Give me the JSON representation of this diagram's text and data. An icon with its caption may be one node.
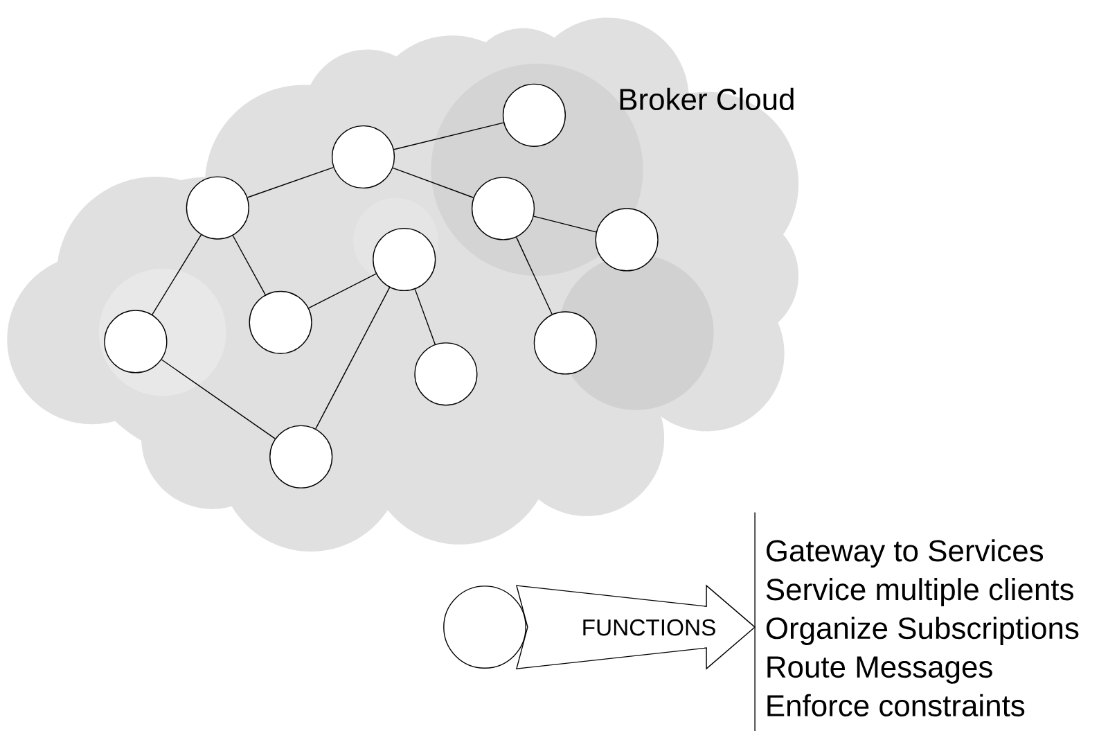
{
  "diagram": {
    "nodes": [
      {
        "text": [
          "Broker Cloud"
        ]
      },
      {
        "text": [],
        "shape": "circle",
        "in": 0
      },
      {
        "text": [],
        "shape": "circle",
        "in": 0
      },
      {
        "text": [],
        "shape": "circle",
        "in": 0
      },
      {
        "text": [],
        "shape": "circle",
        "in": 0
      },
      {
        "text": [],
        "shape": "circle",
        "in": 0
      },
      {
        "text": [],
        "shape": "circle",
        "in": 0
      },
      {
        "text": [],
        "shape": "circle",
        "in": 0
      },
      {
        "text": [],
        "shape": "circle",
        "in": 0
      },
      {
        "text": [],
        "shape": "circle",
        "in": 0
      },
      {
        "text": [],
        "shape": "circle",
        "in": 0
      },
      {
        "text": [],
        "shape": "circle",
        "in": 0
      },
      {
        "text": [],
        "shape": "circle"
      },
      {
        "text": [
          "Gateway to Services",
          "Service multiple clients",
          "Organize Subscriptions",
          "Route Messages",
          "Enforce constraints"
        ]
      }
    ],
    "edges": [
      {
        "from": 2,
        "to": 1,
        "arrow": "none"
      },
      {
        "from": 2,
        "to": 3,
        "arrow": "none"
      },
      {
        "from": 2,
        "to": 4,
        "arrow": "none"
      },
      {
        "from": 3,
        "to": 7,
        "arrow": "none"
      },
      {
        "from": 3,
        "to": 8,
        "arrow": "none"
      },
      {
        "from": 4,
        "to": 5,
        "arrow": "none"
      },
      {
        "from": 4,
        "to": 9,
        "arrow": "none"
      },
      {
        "from": 6,
        "to": 7,
        "arrow": "none"
      },
      {
        "from": 6,
        "to": 10,
        "arrow": "none"
      },
      {
        "from": 6,
        "to": 11,
        "arrow": "none"
      },
      {
        "from": 8,
        "to": 11,
        "arrow": "none"
      },
      {
        "from": 12,
        "to": 13,
        "arrow": "to",
        "label": "FUNCTIONS"
      }
    ]
  }
}
